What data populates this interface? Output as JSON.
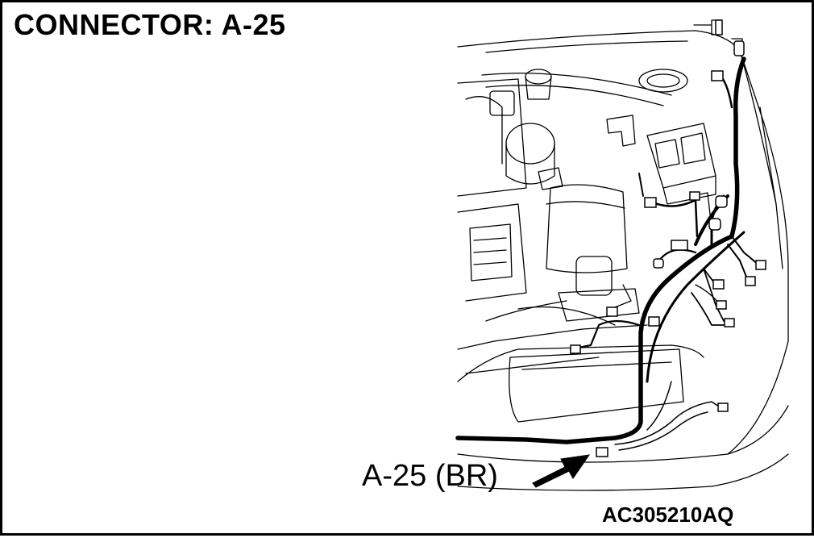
{
  "title": "CONNECTOR: A-25",
  "callout_label": "A-25 (BR)",
  "figure_code": "AC305210AQ",
  "colors": {
    "line": "#000000",
    "background": "#ffffff"
  }
}
